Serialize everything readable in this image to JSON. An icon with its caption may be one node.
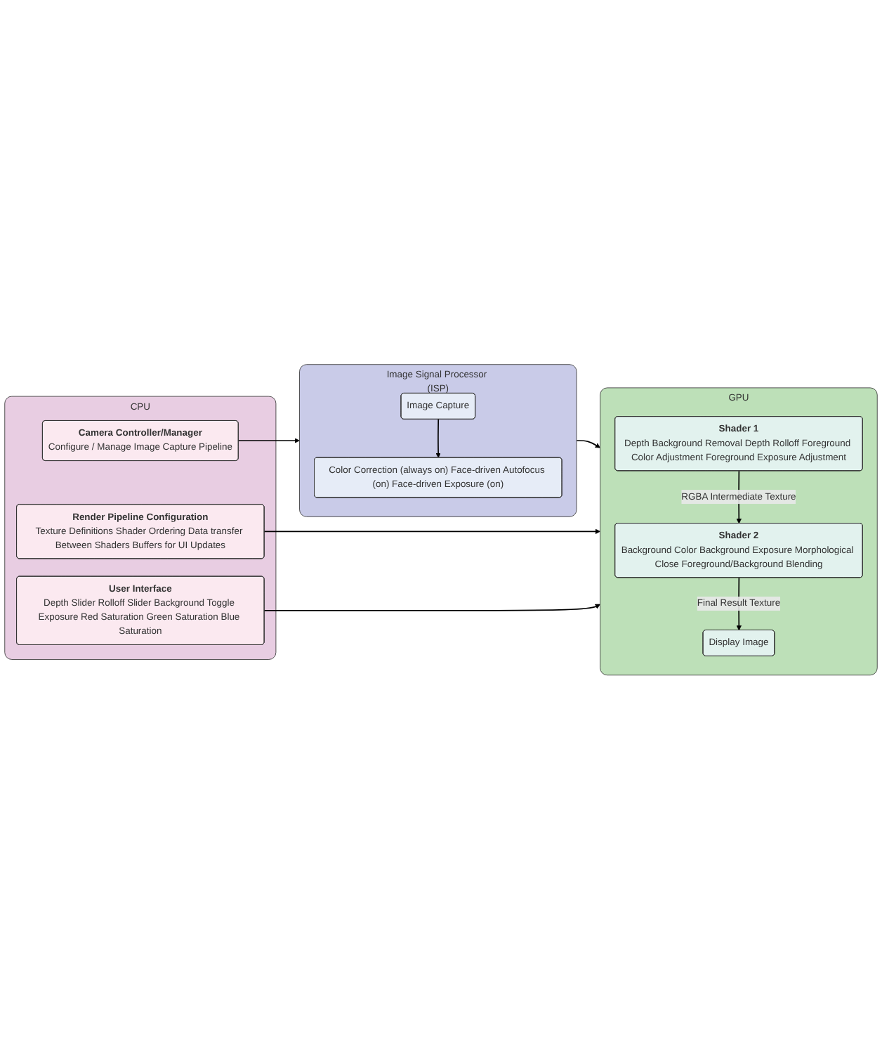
{
  "diagram": {
    "nodes": [
      {
        "text": [
          "Image Signal Processor (ISP)"
        ]
      },
      {
        "text": [
          "Image Capture"
        ],
        "in": 0
      },
      {
        "text": [
          "Color Correction (always on) Face-driven Autofocus (on) Face-driven Exposure (on)"
        ],
        "in": 0
      },
      {
        "text": [
          "CPU"
        ]
      },
      {
        "text": [
          "Camera Controller/Manager",
          "Configure / Manage Image Capture Pipeline"
        ],
        "in": 3
      },
      {
        "text": [
          "Render Pipeline Configuration",
          "Texture Definitions Shader Ordering Data transfer Between Shaders Buffers for UI Updates"
        ],
        "in": 3
      },
      {
        "text": [
          "User Interface",
          "Depth Slider Rolloff Slider Background Toggle Exposure Red Saturation Green Saturation Blue Saturation"
        ],
        "in": 3
      },
      {
        "text": [
          "GPU"
        ]
      },
      {
        "text": [
          "Shader 1",
          "Depth Background Removal Depth Rolloff Foreground Color Adjustment Foreground Exposure Adjustment"
        ],
        "in": 7
      },
      {
        "text": [
          "Shader 2",
          "Background Color Background Exposure Morphological Close Foreground/Background Blending"
        ],
        "in": 7
      },
      {
        "text": [
          "Display Image"
        ],
        "in": 7
      }
    ],
    "edges": [
      {
        "from": 1,
        "to": 2,
        "arrow": "to"
      },
      {
        "from": 4,
        "to": 0,
        "arrow": "to"
      },
      {
        "from": 0,
        "to": 7,
        "arrow": "to"
      },
      {
        "from": 5,
        "to": 7,
        "arrow": "to"
      },
      {
        "from": 8,
        "to": 9,
        "arrow": "to",
        "label": "RGBA Intermediate Texture"
      },
      {
        "from": 6,
        "to": 7,
        "arrow": "to"
      },
      {
        "from": 9,
        "to": 10,
        "arrow": "to",
        "label": "Final Result Texture"
      }
    ]
  }
}
